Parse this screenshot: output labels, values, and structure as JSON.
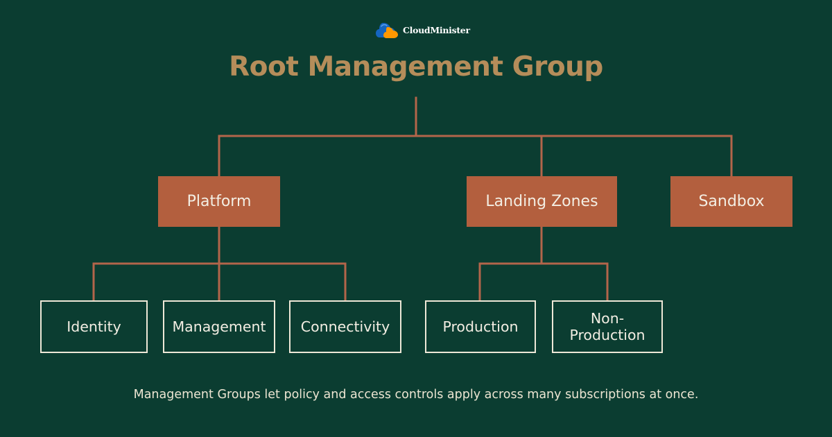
{
  "brand": {
    "name": "CloudMinister",
    "logo_icon": "cloud-logo-icon",
    "logo_colors": [
      "#1565c0",
      "#ff9800"
    ]
  },
  "diagram": {
    "title": "Root Management Group",
    "groups": [
      {
        "id": "platform",
        "label": "Platform",
        "children": [
          {
            "id": "identity",
            "label": "Identity"
          },
          {
            "id": "management",
            "label": "Management"
          },
          {
            "id": "connectivity",
            "label": "Connectivity"
          }
        ]
      },
      {
        "id": "landing-zones",
        "label": "Landing Zones",
        "children": [
          {
            "id": "production",
            "label": "Production"
          },
          {
            "id": "non-production",
            "label": "Non-\nProduction"
          }
        ]
      },
      {
        "id": "sandbox",
        "label": "Sandbox",
        "children": []
      }
    ],
    "caption": "Management Groups let policy and access controls apply across many subscriptions at once."
  },
  "colors": {
    "background": "#0b3d31",
    "title": "#b58d5a",
    "group_fill": "#b35f3e",
    "connector": "#b3654a",
    "leaf_border": "#eee8d7"
  }
}
